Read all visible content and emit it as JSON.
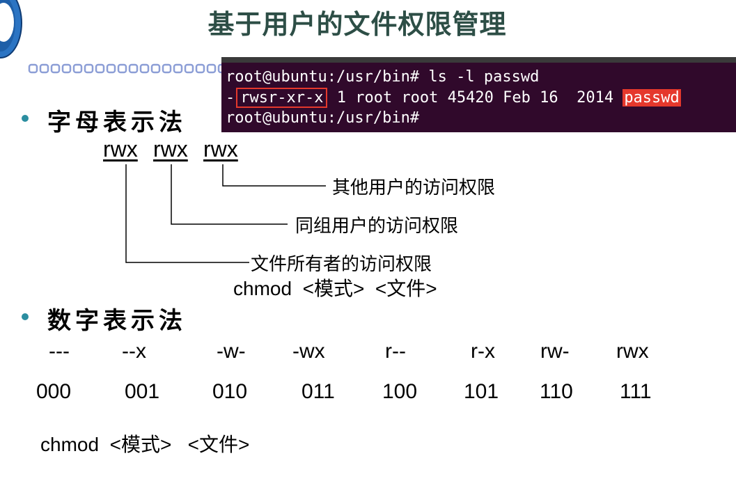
{
  "title": "基于用户的文件权限管理",
  "terminal": {
    "line1": "root@ubuntu:/usr/bin# ls -l passwd",
    "line2_prefix": "-",
    "line2_perm": "rwsr-xr-x",
    "line2_middle": " 1 root root 45420 Feb 16  2014 ",
    "line2_file": "passwd",
    "line3": "root@ubuntu:/usr/bin#"
  },
  "section1": {
    "heading": "字母表示法",
    "groups": [
      "rwx",
      "rwx",
      "rwx"
    ],
    "labels": {
      "others": "其他用户的访问权限",
      "group": "同组用户的访问权限",
      "owner": "文件所有者的访问权限"
    },
    "command": "chmod  <模式>  <文件>"
  },
  "section2": {
    "heading": "数字表示法",
    "symbols": [
      "---",
      "--x",
      "-w-",
      "-wx",
      "r--",
      "r-x",
      "rw-",
      "rwx"
    ],
    "numbers": [
      "000",
      "001",
      "010",
      "011",
      "100",
      "101",
      "110",
      "111"
    ],
    "command": "chmod  <模式>   <文件>"
  },
  "colors": {
    "title": "#2d4e46",
    "bullet": "#2b8ea0",
    "terminal_bg": "#30092b",
    "highlight": "#e5382c"
  }
}
